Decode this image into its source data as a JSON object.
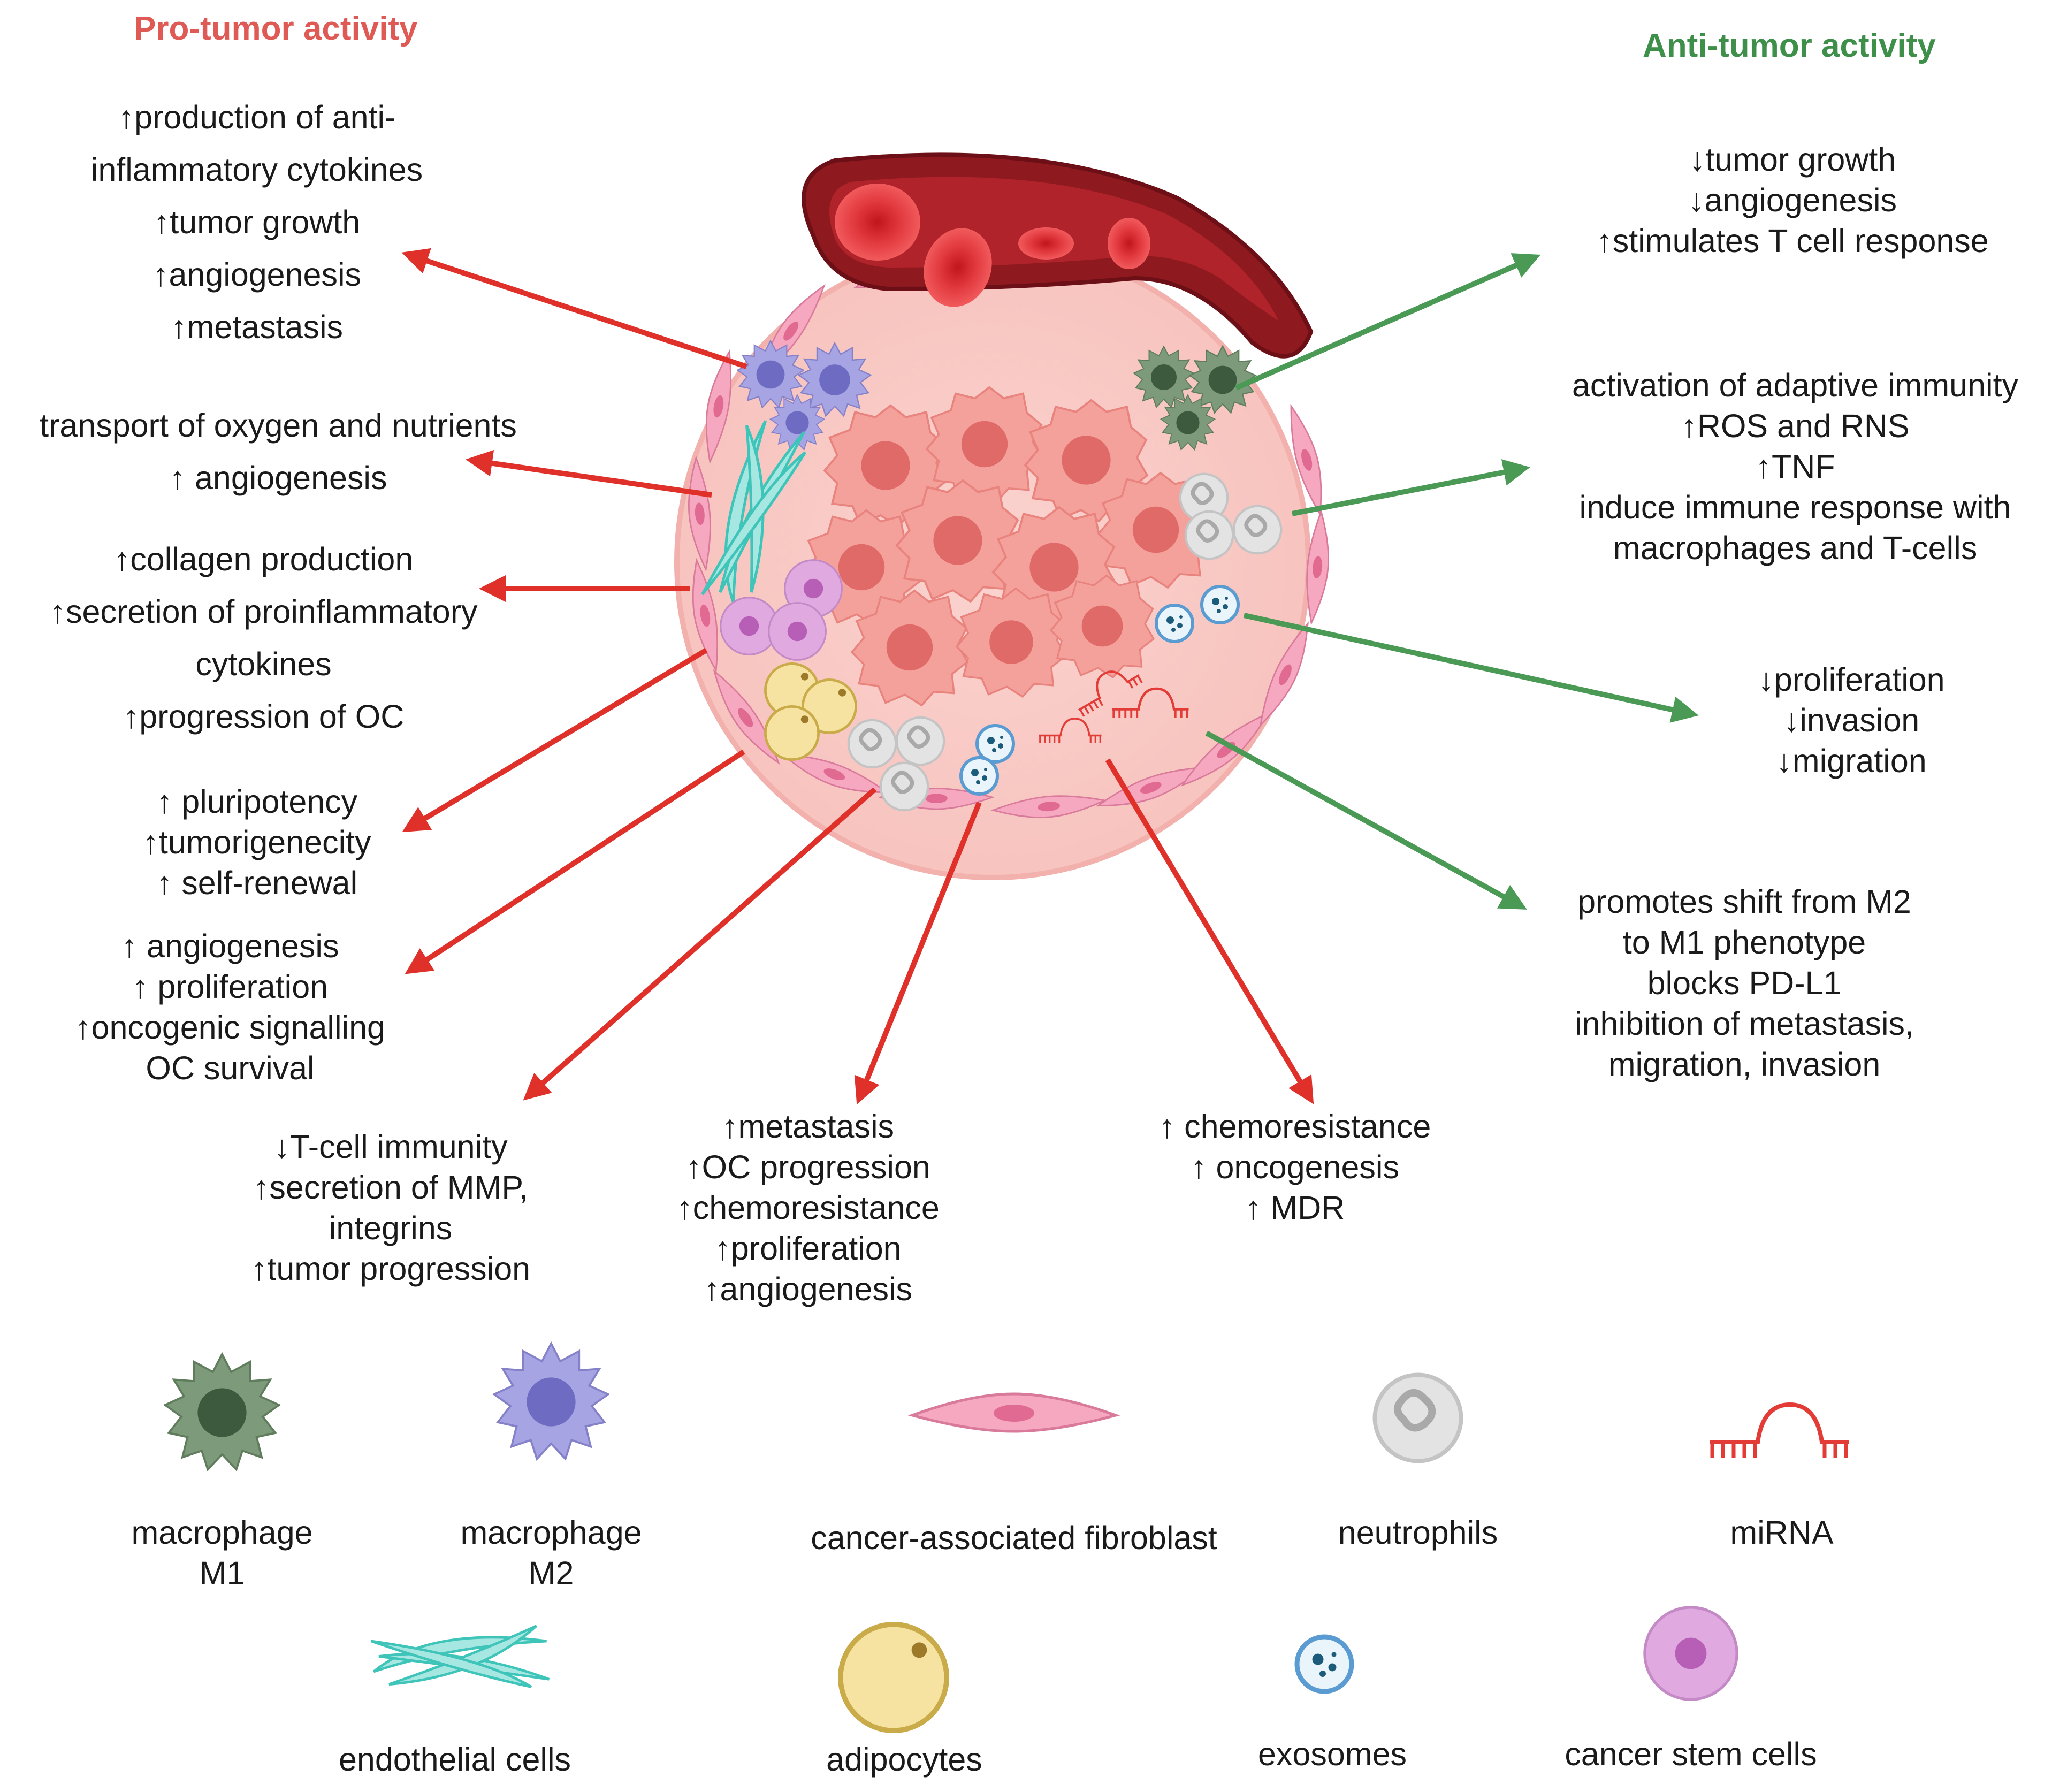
{
  "headings": {
    "pro": "Pro-tumor activity",
    "anti": "Anti-tumor activity"
  },
  "colors": {
    "pro": "#e05a55",
    "anti": "#3d8f4a",
    "arrow_pro": "#e0302a",
    "arrow_anti": "#4a9a55"
  },
  "pro_effects": [
    {
      "id": "macrophage-m2",
      "lines": [
        "↑production of anti-",
        "inflammatory cytokines",
        "↑tumor growth",
        "↑angiogenesis",
        "↑metastasis"
      ]
    },
    {
      "id": "endothelial",
      "lines": [
        "transport of oxygen and nutrients",
        "↑ angiogenesis"
      ]
    },
    {
      "id": "caf",
      "lines": [
        "↑collagen production",
        "↑secretion of proinflammatory",
        "cytokines",
        "↑progression of OC"
      ]
    },
    {
      "id": "cancer-stem",
      "lines": [
        "↑ pluripotency",
        "↑tumorigenecity",
        "↑ self-renewal"
      ]
    },
    {
      "id": "adipocytes",
      "lines": [
        "↑ angiogenesis",
        "↑ proliferation",
        "↑oncogenic signalling",
        "OC survival"
      ]
    },
    {
      "id": "neutrophils",
      "lines": [
        "↓T-cell immunity",
        "↑secretion of MMP,",
        "integrins",
        "↑tumor progression"
      ]
    },
    {
      "id": "exosomes",
      "lines": [
        "↑metastasis",
        "↑OC progression",
        "↑chemoresistance",
        "↑proliferation",
        "↑angiogenesis"
      ]
    },
    {
      "id": "mirna",
      "lines": [
        "↑ chemoresistance",
        "↑ oncogenesis",
        "↑ MDR"
      ]
    }
  ],
  "anti_effects": [
    {
      "id": "macrophage-m1",
      "lines": [
        "↓tumor growth",
        "↓angiogenesis",
        "↑stimulates T cell response"
      ]
    },
    {
      "id": "neutrophils",
      "lines": [
        "activation of adaptive immunity",
        "↑ROS and RNS",
        "↑TNF",
        "induce immune response with",
        "macrophages and T-cells"
      ]
    },
    {
      "id": "exosomes",
      "lines": [
        "↓proliferation",
        "↓invasion",
        "↓migration"
      ]
    },
    {
      "id": "mirna",
      "lines": [
        "promotes shift from M2",
        "to M1 phenotype",
        "blocks PD-L1",
        "inhibition of metastasis,",
        "migration, invasion"
      ]
    }
  ],
  "legend": [
    {
      "id": "macrophage-m1",
      "icon": "macrophage-m1-icon",
      "lines": [
        "macrophage",
        "M1"
      ]
    },
    {
      "id": "macrophage-m2",
      "icon": "macrophage-m2-icon",
      "lines": [
        "macrophage",
        "M2"
      ]
    },
    {
      "id": "caf",
      "icon": "fibroblast-icon",
      "lines": [
        "cancer-associated fibroblast"
      ]
    },
    {
      "id": "neutrophils",
      "icon": "neutrophil-icon",
      "lines": [
        "neutrophils"
      ]
    },
    {
      "id": "mirna",
      "icon": "mirna-icon",
      "lines": [
        "miRNA"
      ]
    },
    {
      "id": "endothelial",
      "icon": "endothelial-cells-icon",
      "lines": [
        "endothelial cells"
      ]
    },
    {
      "id": "adipocytes",
      "icon": "adipocyte-icon",
      "lines": [
        "adipocytes"
      ]
    },
    {
      "id": "exosomes",
      "icon": "exosome-icon",
      "lines": [
        "exosomes"
      ]
    },
    {
      "id": "cancer-stem",
      "icon": "cancer-stem-cell-icon",
      "lines": [
        "cancer stem cells"
      ]
    }
  ]
}
